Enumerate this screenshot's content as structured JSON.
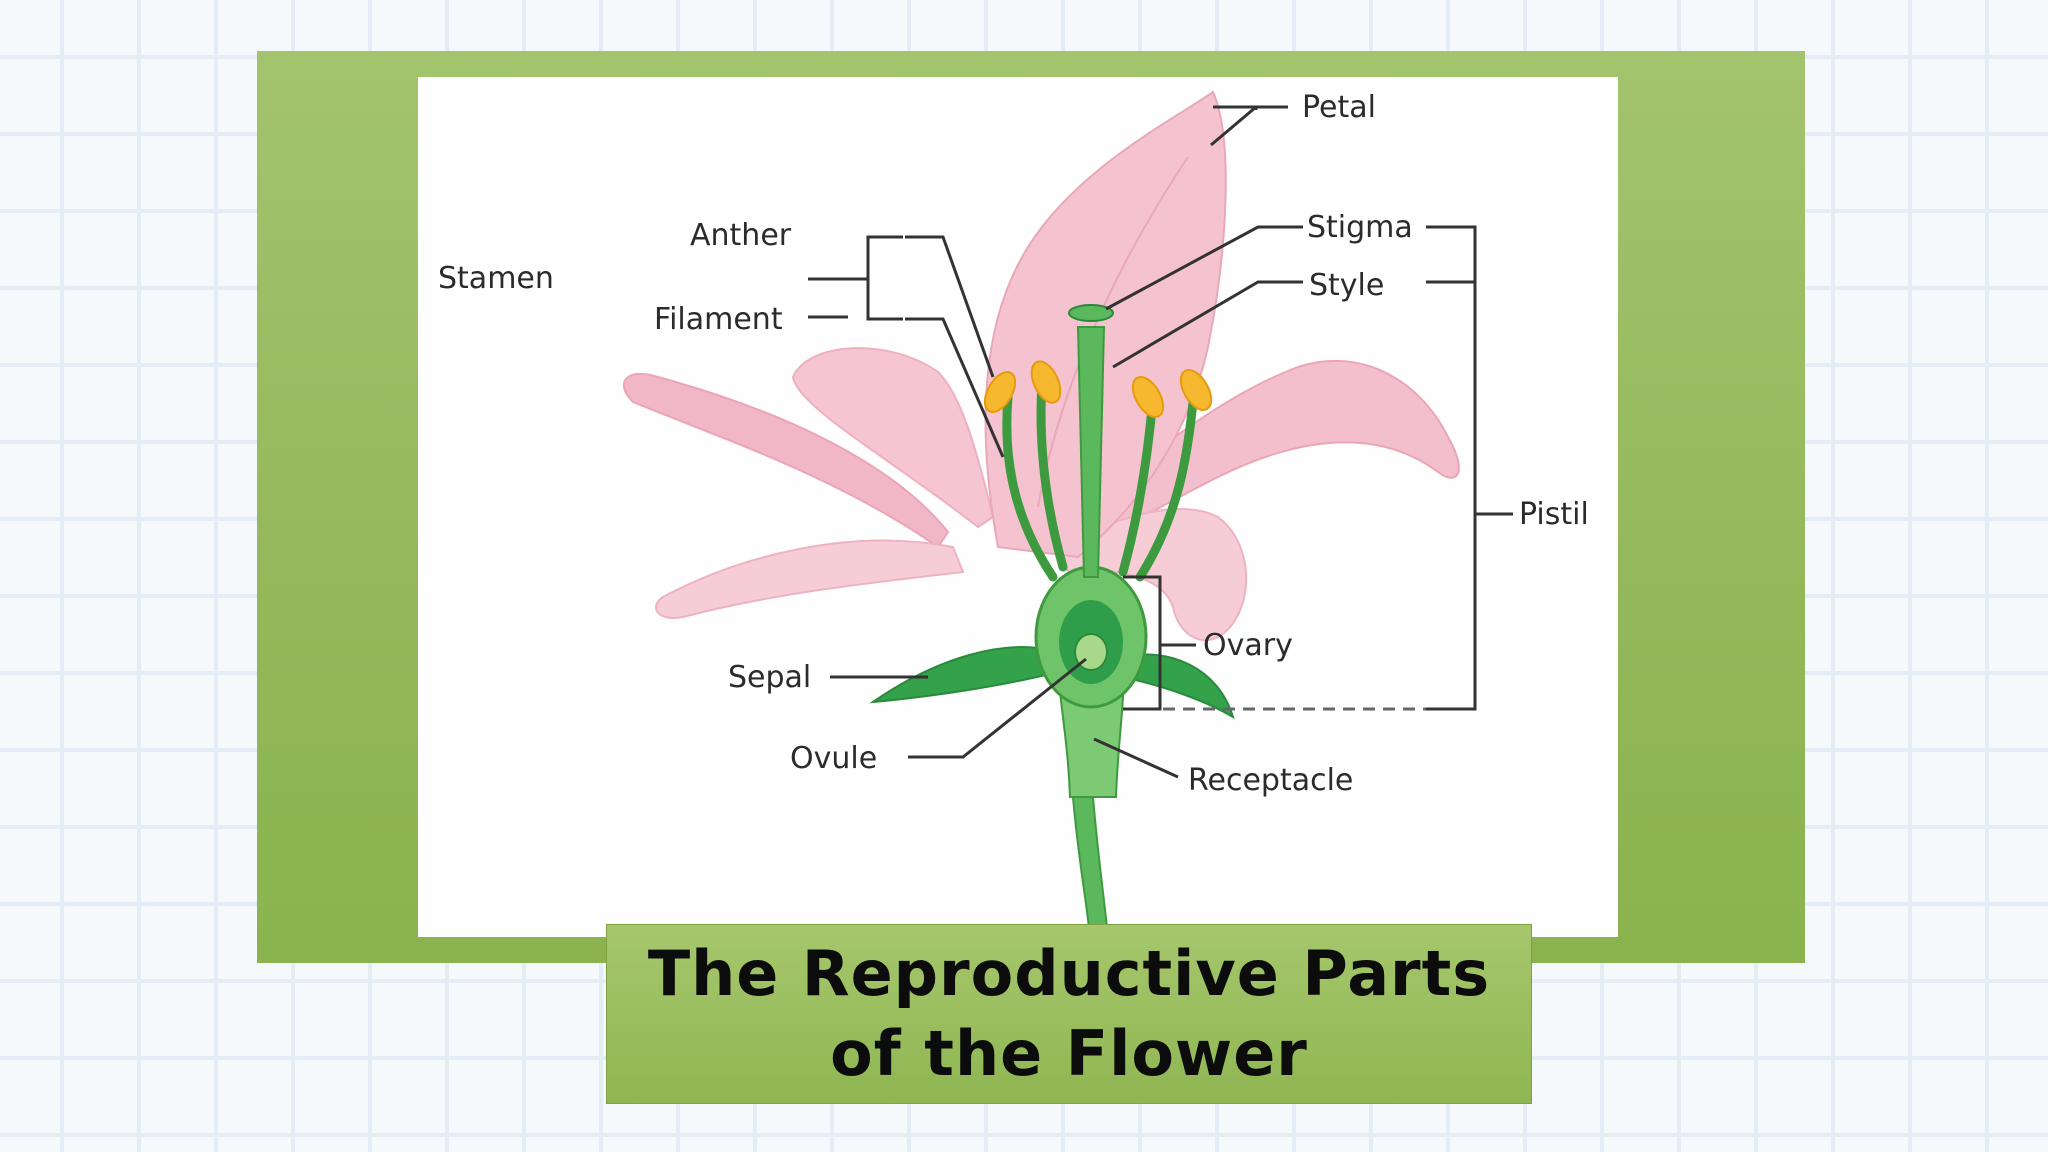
{
  "title": {
    "line1": "The Reproductive Parts",
    "line2": "of the Flower"
  },
  "labels": {
    "petal": "Petal",
    "stigma": "Stigma",
    "style": "Style",
    "pistil": "Pistil",
    "stamen": "Stamen",
    "anther": "Anther",
    "filament": "Filament",
    "ovary": "Ovary",
    "sepal": "Sepal",
    "ovule": "Ovule",
    "receptacle": "Receptacle"
  },
  "colors": {
    "frame_green": "#93b85a",
    "petal_pink": "#f4c3cf",
    "stem_green": "#5cb85c",
    "anther_yellow": "#f5b82e"
  }
}
